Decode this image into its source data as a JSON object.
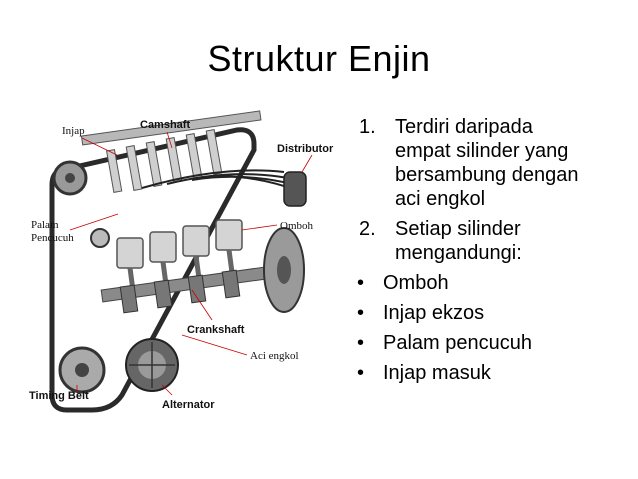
{
  "slide": {
    "title": "Struktur Enjin"
  },
  "diagram": {
    "labels": {
      "injap": "Injap",
      "camshaft": "Camshaft",
      "distributor": "Distributor",
      "palam_1": "Palam",
      "palam_2": "Pencucuh",
      "omboh": "Omboh",
      "crankshaft": "Crankshaft",
      "aci_engkol": "Aci engkol",
      "timing_belt": "Timing Belt",
      "alternator": "Alternator"
    }
  },
  "content": {
    "numbered": [
      {
        "marker": "1.",
        "lines": [
          "Terdiri daripada",
          "empat silinder yang",
          "bersambung dengan",
          "aci engkol"
        ]
      },
      {
        "marker": "2.",
        "lines": [
          "Setiap silinder",
          "mengandungi:"
        ]
      }
    ],
    "bullets": [
      {
        "marker": "•",
        "text": "Omboh"
      },
      {
        "marker": "•",
        "text": "Injap ekzos"
      },
      {
        "marker": "•",
        "text": "Palam pencucuh"
      },
      {
        "marker": "•",
        "text": "Injap masuk"
      }
    ]
  }
}
